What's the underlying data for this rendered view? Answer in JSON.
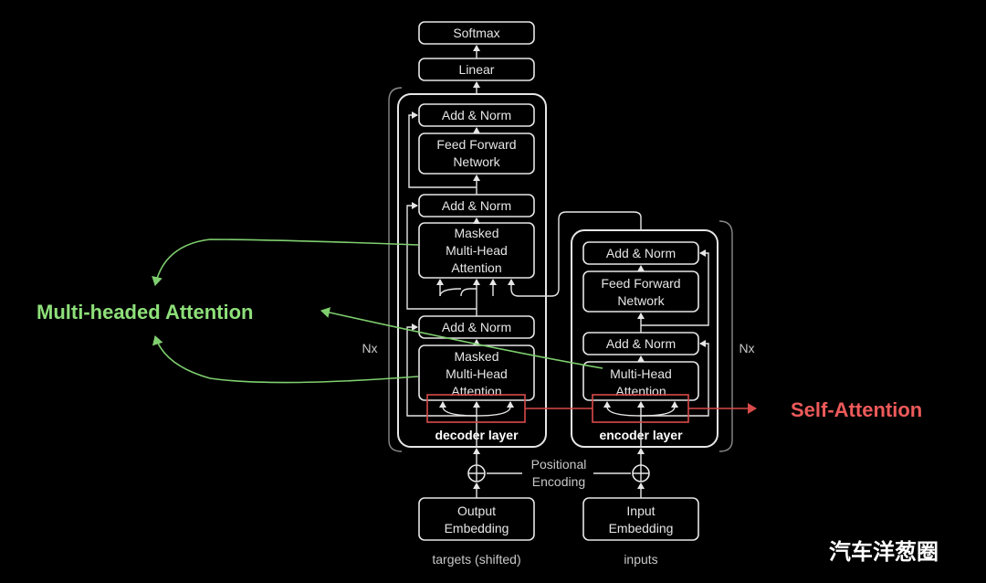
{
  "decoder": {
    "softmax": "Softmax",
    "linear": "Linear",
    "add_norm_top": "Add & Norm",
    "ffn_line1": "Feed Forward",
    "ffn_line2": "Network",
    "add_norm_mid": "Add & Norm",
    "mha_cross_line1": "Masked",
    "mha_cross_line2": "Multi-Head",
    "mha_cross_line3": "Attention",
    "add_norm_bottom": "Add & Norm",
    "mha_self_line1": "Masked",
    "mha_self_line2": "Multi-Head",
    "mha_self_line3": "Attention",
    "layer_label": "decoder layer",
    "repeat": "Nx"
  },
  "encoder": {
    "add_norm_top": "Add & Norm",
    "ffn_line1": "Feed Forward",
    "ffn_line2": "Network",
    "add_norm_bottom": "Add & Norm",
    "mha_line1": "Multi-Head",
    "mha_line2": "Attention",
    "layer_label": "encoder layer",
    "repeat": "Nx"
  },
  "positional": {
    "line1": "Positional",
    "line2": "Encoding"
  },
  "output_embedding": {
    "line1": "Output",
    "line2": "Embedding"
  },
  "input_embedding": {
    "line1": "Input",
    "line2": "Embedding"
  },
  "targets_label": "targets (shifted)",
  "inputs_label": "inputs",
  "callouts": {
    "multi_headed": "Multi-headed Attention",
    "self_attention": "Self-Attention"
  },
  "watermark": "汽车洋葱圈",
  "colors": {
    "green": "#8ee07a",
    "red": "#ee5a5a",
    "stroke": "#e6e6e6",
    "background": "#000000"
  }
}
